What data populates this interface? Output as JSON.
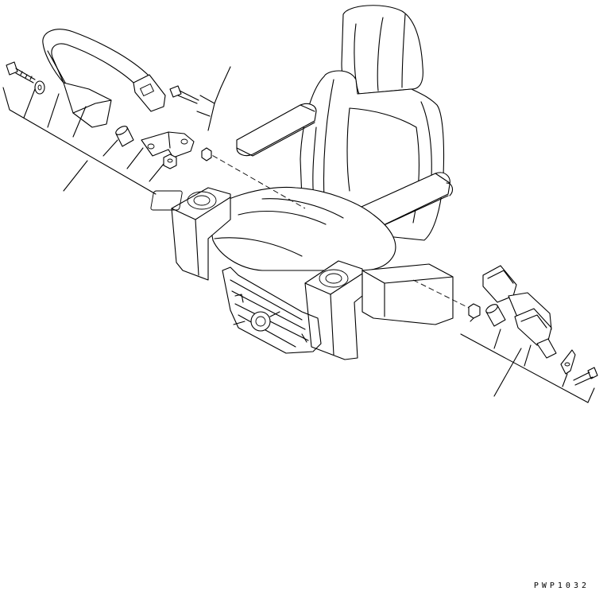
{
  "drawing": {
    "reference_code": "PWP1032",
    "colors": {
      "line": "#000000",
      "background": "#ffffff"
    },
    "parts": [
      "operator-seat",
      "left-seatbelt-assembly",
      "right-seatbelt-buckle-assembly",
      "bolt-icon",
      "washer-icon",
      "spacer-collar-icon",
      "mounting-bracket-icon",
      "nut-icon"
    ]
  }
}
